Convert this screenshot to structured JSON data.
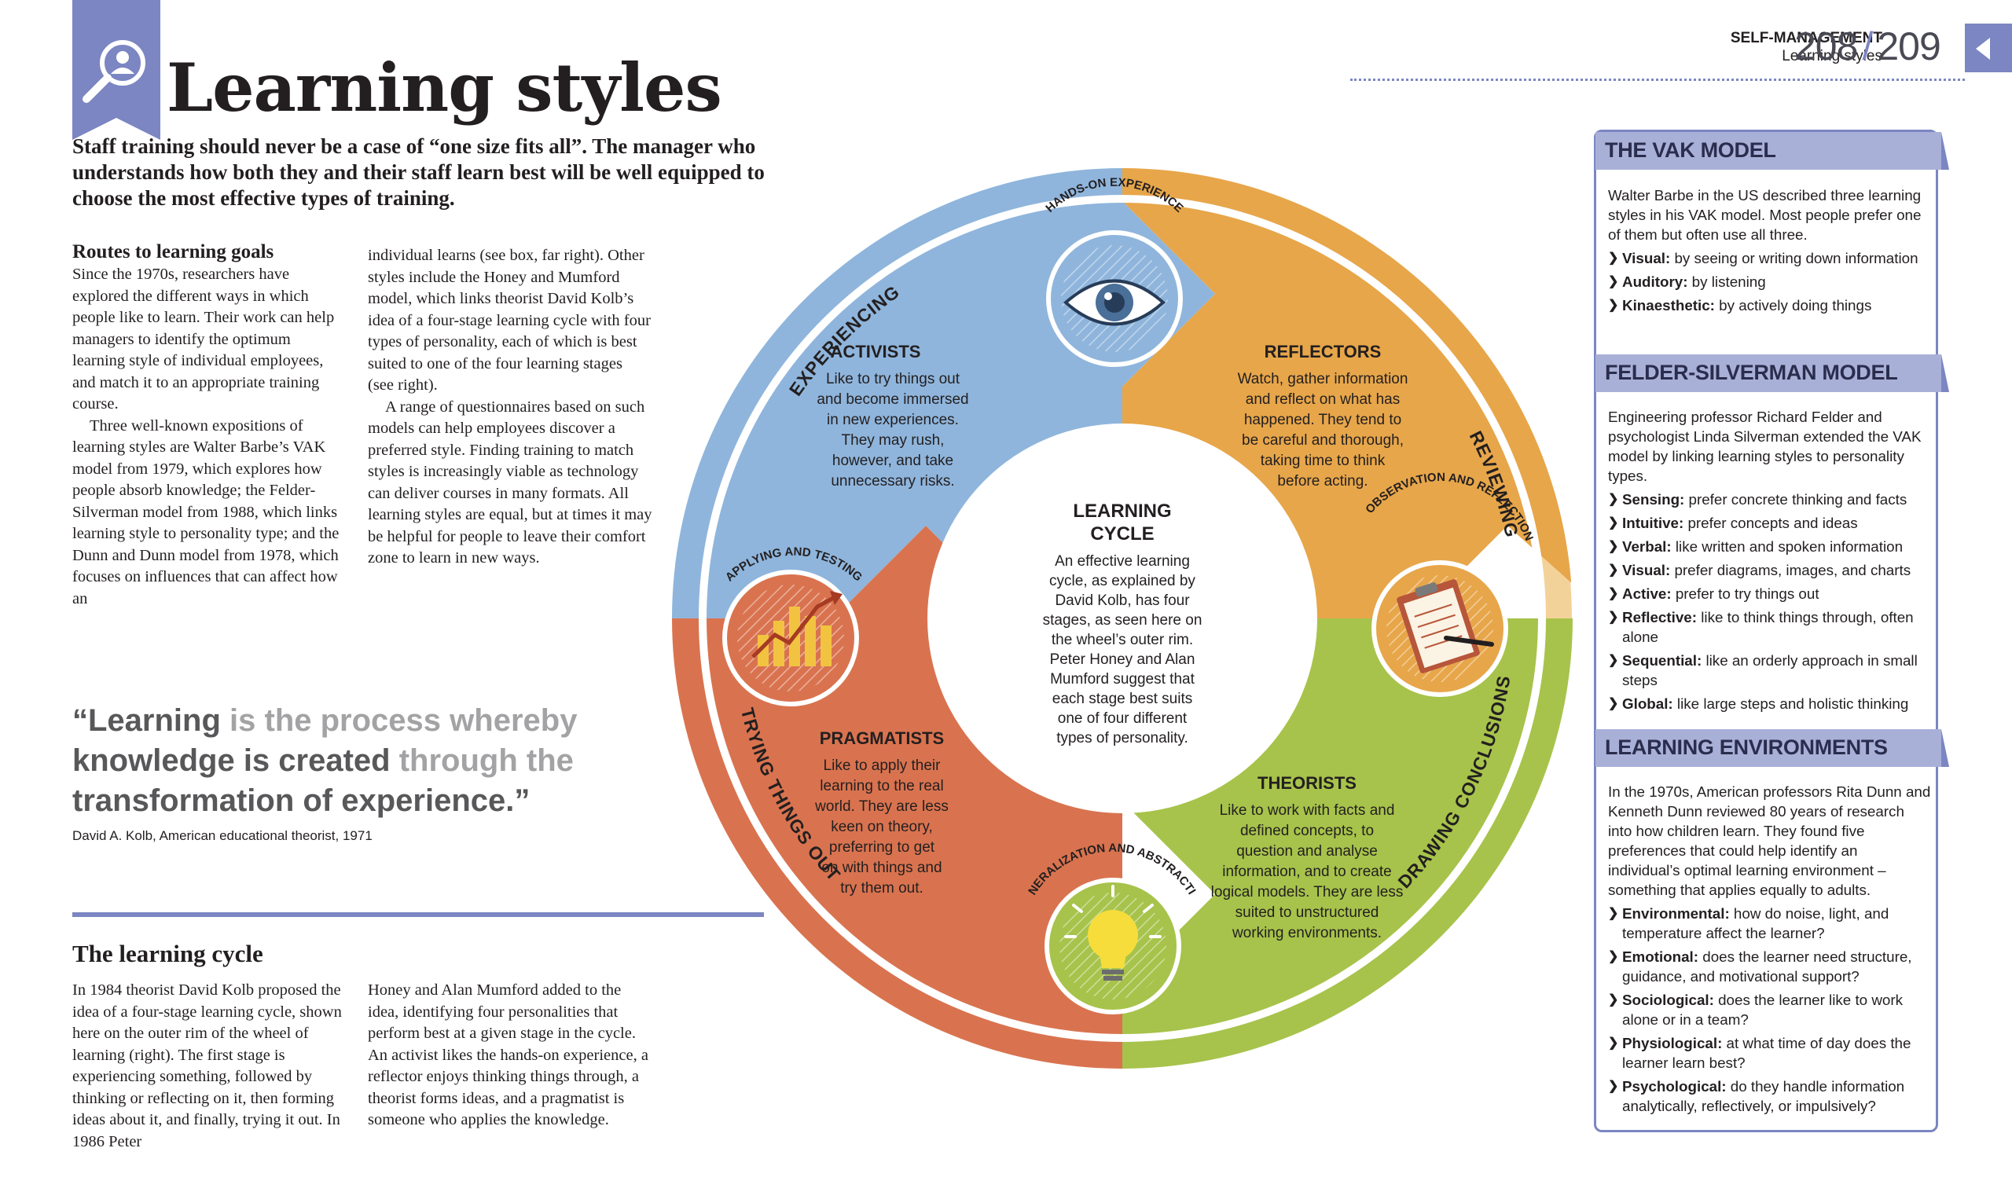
{
  "header": {
    "section": "SELF-MANAGEMENT",
    "subsection": "Learning styles",
    "page_left": "208",
    "page_right": "209",
    "accent_color": "#7b86c2"
  },
  "title": "Learning styles",
  "title_icon": "magnifier-person-icon",
  "intro": "Staff training should never be a case of “one size fits all”. The manager who understands how both they and their staff learn best will be well equipped to choose the most effective types of training.",
  "routes": {
    "heading": "Routes to learning goals",
    "col1_p1": "Since the 1970s, researchers have explored the different ways in which people like to learn. Their work can help managers to identify the optimum learning style of individual employees, and match it to an appropriate training course.",
    "col1_p2": "Three well-known expositions of learning styles are Walter Barbe’s VAK model from 1979, which explores how people absorb knowledge; the Felder-Silverman model from 1988, which links learning style to personality type; and the Dunn and Dunn model from 1978, which focuses on influences that can affect how an",
    "col2_p1": "individual learns (see box, far right). Other styles include the Honey and Mumford model, which links theorist David Kolb’s idea of a four-stage learning cycle with four types of personality, each of which is best suited to one of the four learning stages (see right).",
    "col2_p2": "A range of questionnaires based on such models can help employees discover a preferred style. Finding training to match styles is increasingly viable as technology can deliver courses in many formats. All learning styles are equal, but at times it may be helpful for people to leave their comfort zone to learn in new ways."
  },
  "quote": {
    "part1": "“Learning ",
    "part2": "is the process whereby",
    "part3": " knowledge is created ",
    "part4": "through the",
    "part5": " transformation of experience.”",
    "attribution": "David A. Kolb, American educational theorist, 1971"
  },
  "cycle_text": {
    "heading": "The learning cycle",
    "col1": "In 1984 theorist David Kolb proposed the idea of a four-stage learning cycle, shown here on the outer rim of the wheel of learning (right). The first stage is experiencing something, followed by thinking or reflecting on it, then forming ideas about it, and finally, trying it out. In 1986 Peter",
    "col2": "Honey and Alan Mumford added to the idea, identifying four personalities that perform best at a given stage in the cycle. An activist likes the hands-on experience, a reflector enjoys thinking things through, a theorist forms ideas, and a pragmatist is someone who applies the knowledge."
  },
  "wheel": {
    "rim_labels": [
      "EXPERIENCING",
      "REVIEWING",
      "DRAWING CONCLUSIONS",
      "TRYING THINGS OUT"
    ],
    "stage_labels": [
      "HANDS-ON EXPERIENCE",
      "OBSERVATION AND REFLECTION",
      "GENERALIZATION AND ABSTRACTION",
      "APPLYING AND TESTING"
    ],
    "colors": {
      "activists": "#8fb5dc",
      "reflectors": "#e7a64a",
      "theorists": "#a7c34b",
      "pragmatists": "#d9734f"
    },
    "center": {
      "title1": "LEARNING",
      "title2": "CYCLE",
      "lines": [
        "An effective learning",
        "cycle, as explained by",
        "David Kolb, has four",
        "stages, as seen here on",
        "the wheel’s outer rim.",
        "Peter Honey and Alan",
        "Mumford suggest that",
        "each stage best suits",
        "one of four different",
        "types of personality."
      ]
    },
    "activists": {
      "title": "ACTIVISTS",
      "lines": [
        "Like to try things out",
        "and become immersed",
        "in new experiences.",
        "They may rush,",
        "however, and take",
        "unnecessary risks."
      ]
    },
    "reflectors": {
      "title": "REFLECTORS",
      "lines": [
        "Watch, gather information",
        "and reflect on what has",
        "happened. They tend to",
        "be careful and thorough,",
        "taking time to think",
        "before acting."
      ]
    },
    "theorists": {
      "title": "THEORISTS",
      "lines": [
        "Like to work with facts and",
        "defined concepts, to",
        "question and analyse",
        "information, and to create",
        "logical models. They are less",
        "suited to unstructured",
        "working environments."
      ]
    },
    "pragmatists": {
      "title": "PRAGMATISTS",
      "lines": [
        "Like to apply their",
        "learning to the real",
        "world. They are less",
        "keen on theory,",
        "preferring to get",
        "on with things and",
        "try them out."
      ]
    },
    "icons": [
      "eye-icon",
      "clipboard-icon",
      "lightbulb-icon",
      "bar-chart-icon"
    ]
  },
  "sidebar": {
    "vak": {
      "title": "THE VAK MODEL",
      "intro": "Walter Barbe in the US described three learning styles in his VAK model. Most people prefer one of them but often use all three.",
      "items": [
        {
          "term": "Visual:",
          "desc": " by seeing or writing down information"
        },
        {
          "term": "Auditory:",
          "desc": " by listening"
        },
        {
          "term": "Kinaesthetic:",
          "desc": " by actively doing things"
        }
      ]
    },
    "felder": {
      "title": "FELDER-SILVERMAN MODEL",
      "intro": "Engineering professor Richard Felder and psychologist Linda Silverman extended the VAK model by linking learning styles to personality types.",
      "items": [
        {
          "term": "Sensing:",
          "desc": " prefer concrete thinking and facts"
        },
        {
          "term": "Intuitive:",
          "desc": " prefer concepts and ideas"
        },
        {
          "term": "Verbal:",
          "desc": " like written and spoken information"
        },
        {
          "term": "Visual:",
          "desc": " prefer diagrams, images, and charts"
        },
        {
          "term": "Active:",
          "desc": " prefer to try things out"
        },
        {
          "term": "Reflective:",
          "desc": " like to think things through, often alone"
        },
        {
          "term": "Sequential:",
          "desc": " like an orderly approach in small steps"
        },
        {
          "term": "Global:",
          "desc": " like large steps and holistic thinking"
        }
      ]
    },
    "env": {
      "title": "LEARNING ENVIRONMENTS",
      "intro": "In the 1970s, American professors Rita Dunn and Kenneth Dunn reviewed 80 years of research into how children learn. They found five preferences that could help identify an individual’s optimal learning environment – something that applies equally to adults.",
      "items": [
        {
          "term": "Environmental:",
          "desc": " how do noise, light, and temperature affect the learner?"
        },
        {
          "term": "Emotional:",
          "desc": " does the learner need structure, guidance, and motivational support?"
        },
        {
          "term": "Sociological:",
          "desc": " does the learner like to work alone or in a team?"
        },
        {
          "term": "Physiological:",
          "desc": " at what time of day does the learner learn best?"
        },
        {
          "term": "Psychological:",
          "desc": " do they handle information analytically, reflectively, or impulsively?"
        }
      ]
    }
  }
}
